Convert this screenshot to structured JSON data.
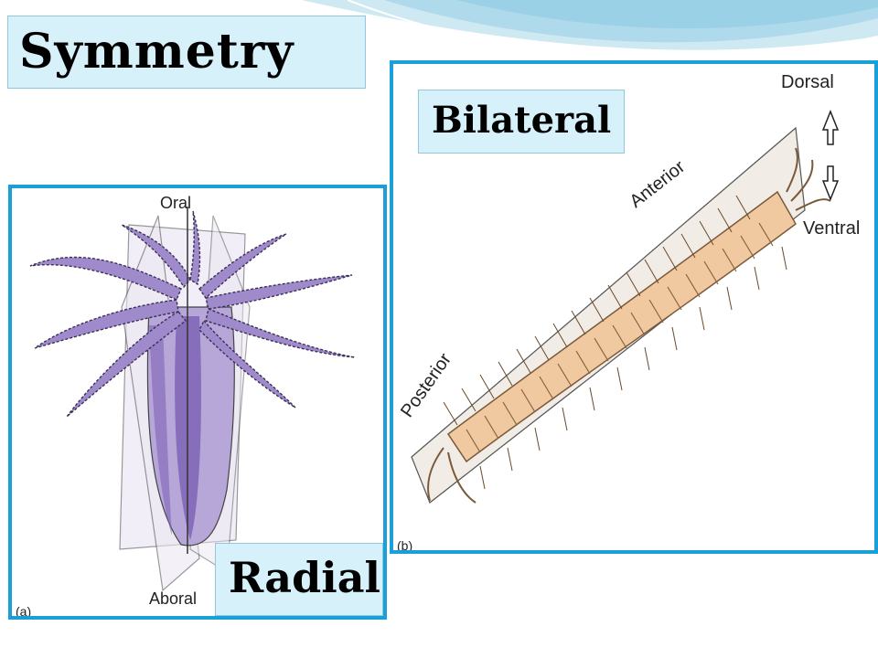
{
  "slide": {
    "title": "Symmetry",
    "accent_color": "#1a9fd8",
    "label_bg_color": "#d7f1fb"
  },
  "radial_panel": {
    "label": "Radial",
    "top_label": "Oral",
    "bottom_label": "Aboral",
    "figure_letter": "(a)",
    "icon": "radial-animal-illustration"
  },
  "bilateral_panel": {
    "label": "Bilateral",
    "dorsal_label": "Dorsal",
    "ventral_label": "Ventral",
    "anterior_label": "Anterior",
    "posterior_label": "Posterior",
    "figure_letter": "(b)",
    "icon": "segmented-worm-illustration"
  }
}
